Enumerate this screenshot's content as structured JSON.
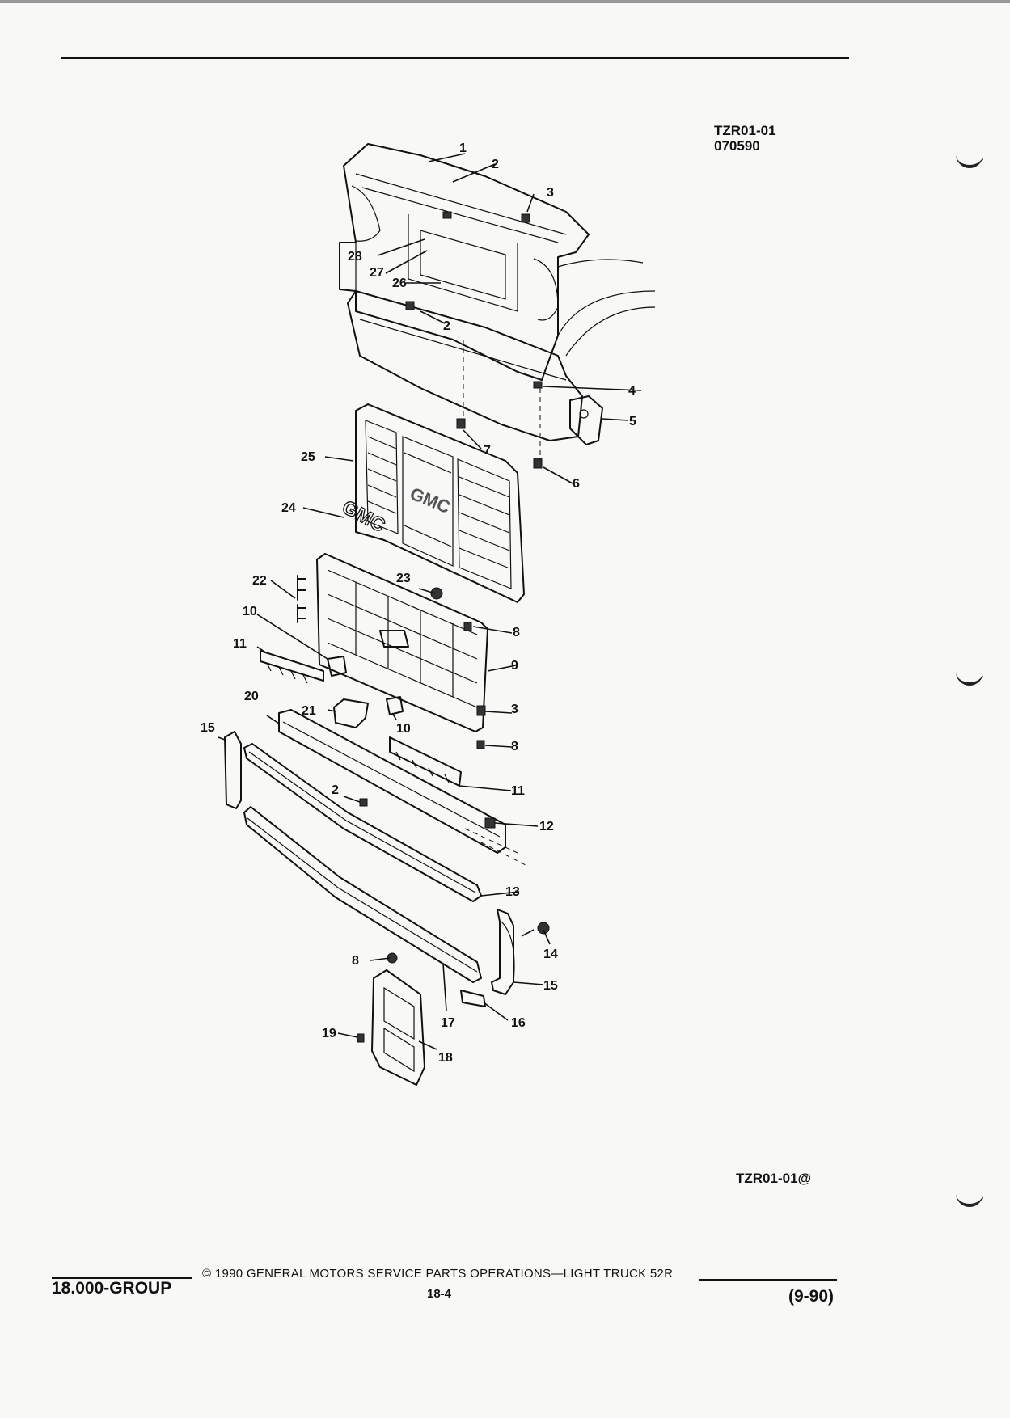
{
  "header": {
    "ref_line1": "TZR01-01",
    "ref_line2": "070590"
  },
  "diagram": {
    "ref_bottom": "TZR01-01@",
    "logo_text": "GMC",
    "callouts": {
      "c1": "1",
      "c2a": "2",
      "c2b": "2",
      "c2c": "2",
      "c3a": "3",
      "c3b": "3",
      "c4": "4",
      "c5": "5",
      "c6": "6",
      "c7": "7",
      "c8a": "8",
      "c8b": "8",
      "c8c": "8",
      "c9": "9",
      "c10a": "10",
      "c10b": "10",
      "c11a": "11",
      "c11b": "11",
      "c12": "12",
      "c13": "13",
      "c14": "14",
      "c15a": "15",
      "c15b": "15",
      "c16": "16",
      "c17": "17",
      "c18": "18",
      "c19": "19",
      "c20": "20",
      "c21": "21",
      "c22": "22",
      "c23": "23",
      "c24": "24",
      "c25": "25",
      "c26": "26",
      "c27": "27",
      "c28": "28"
    }
  },
  "footer": {
    "group": "18.000-GROUP",
    "copyright": "© 1990 GENERAL MOTORS SERVICE PARTS OPERATIONS—LIGHT TRUCK 52R",
    "page": "18-4",
    "date": "(9-90)"
  }
}
